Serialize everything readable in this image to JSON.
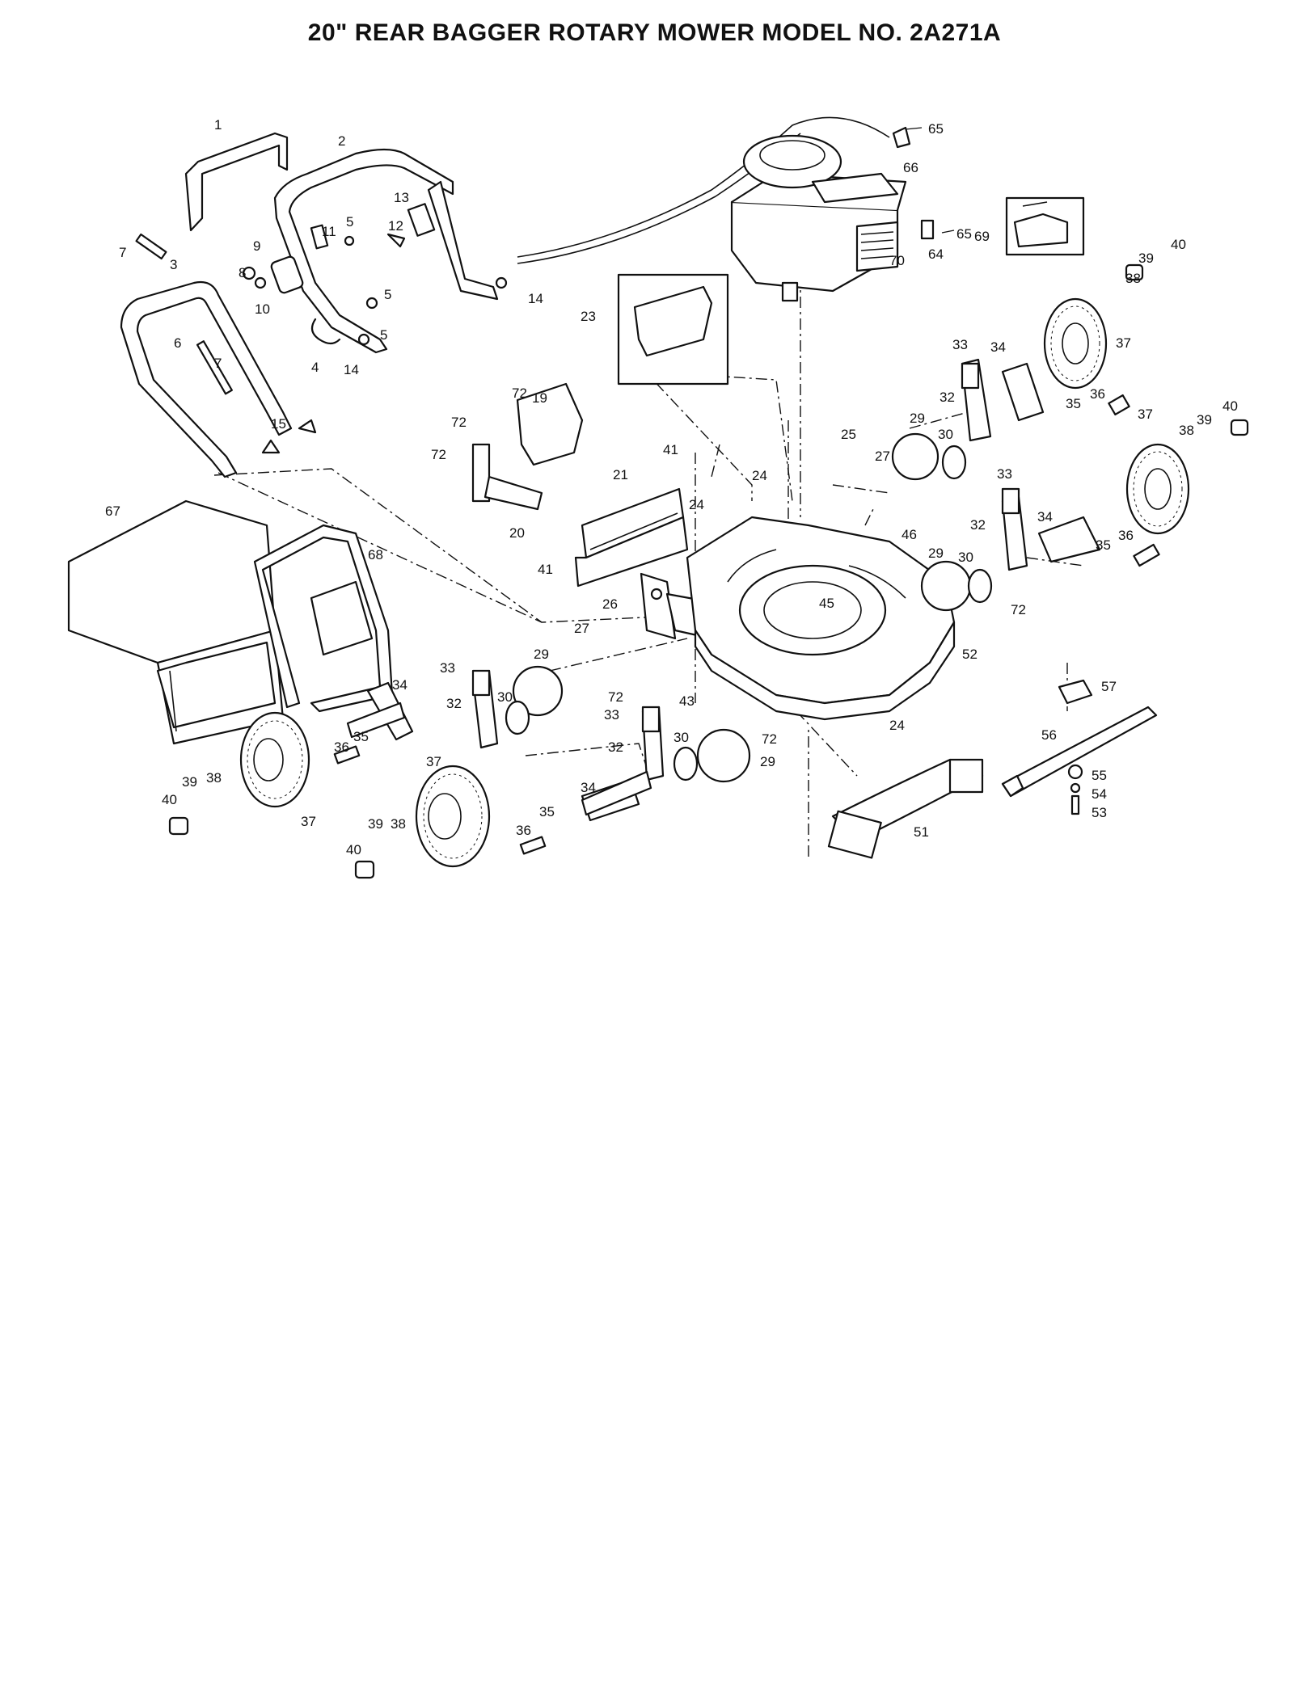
{
  "title": "20\" REAR BAGGER ROTARY MOWER MODEL NO. 2A271A",
  "callouts": [
    "1",
    "2",
    "3",
    "4",
    "5",
    "5",
    "5",
    "6",
    "7",
    "7",
    "8",
    "9",
    "10",
    "11",
    "12",
    "13",
    "14",
    "14",
    "15",
    "19",
    "20",
    "21",
    "23",
    "24",
    "24",
    "24",
    "25",
    "26",
    "27",
    "27",
    "29",
    "29",
    "29",
    "29",
    "30",
    "30",
    "30",
    "30",
    "32",
    "32",
    "32",
    "32",
    "33",
    "33",
    "33",
    "33",
    "34",
    "34",
    "34",
    "34",
    "35",
    "35",
    "35",
    "35",
    "36",
    "36",
    "36",
    "36",
    "37",
    "37",
    "37",
    "37",
    "38",
    "38",
    "38",
    "38",
    "39",
    "39",
    "39",
    "39",
    "40",
    "40",
    "40",
    "40",
    "41",
    "41",
    "43",
    "45",
    "46",
    "51",
    "52",
    "53",
    "54",
    "55",
    "56",
    "57",
    "64",
    "65",
    "65",
    "66",
    "67",
    "68",
    "69",
    "70",
    "72",
    "72",
    "72",
    "72",
    "72",
    "72"
  ]
}
